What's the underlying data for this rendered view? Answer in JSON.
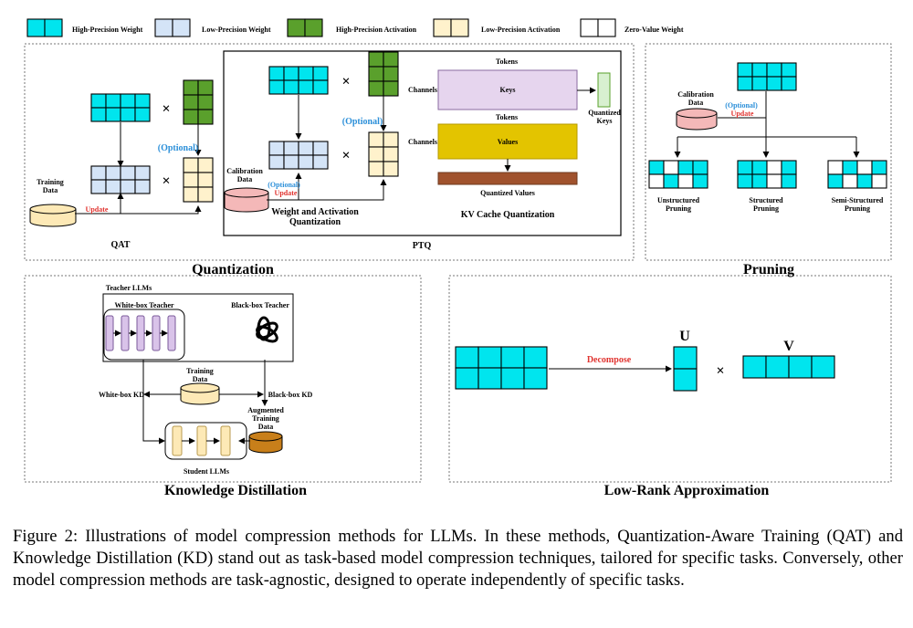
{
  "legend": {
    "high_precision_weight": "High-Precision Weight",
    "low_precision_weight": "Low-Precision Weight",
    "high_precision_activation": "High-Precision Activation",
    "low_precision_activation": "Low-Precision Activation",
    "zero_value_weight": "Zero-Value Weight"
  },
  "quantization": {
    "section_title": "Quantization",
    "qat": {
      "label": "QAT",
      "training_data": "Training\nData",
      "update": "Update",
      "optional": "(Optional)",
      "times": "×"
    },
    "ptq": {
      "label": "PTQ",
      "calibration_data": "Calibration\nData",
      "optional_small": "(Optional)",
      "update": "Update",
      "optional": "(Optional)",
      "weight_act_label": "Weight and Activation\nQuantization",
      "times": "×"
    },
    "kv": {
      "tokens_1": "Tokens",
      "channels_1": "Channels",
      "keys": "Keys",
      "quantized_keys": "Quantized\nKeys",
      "tokens_2": "Tokens",
      "channels_2": "Channels",
      "values": "Values",
      "quantized_values": "Quantized Values",
      "label": "KV Cache Quantization"
    }
  },
  "pruning": {
    "section_title": "Pruning",
    "calibration_data": "Calibration\nData",
    "optional": "(Optional)",
    "update": "Update",
    "unstructured": "Unstructured\nPruning",
    "structured": "Structured\nPruning",
    "semi_structured": "Semi-Structured\nPruning"
  },
  "kd": {
    "section_title": "Knowledge Distillation",
    "teacher_llms": "Teacher LLMs",
    "white_box_teacher": "White-box Teacher",
    "black_box_teacher": "Black-box Teacher",
    "training_data": "Training\nData",
    "white_box_kd": "White-box KD",
    "black_box_kd": "Black-box KD",
    "augmented_data": "Augmented\nTraining\nData",
    "student_llms": "Student LLMs"
  },
  "lowrank": {
    "section_title": "Low-Rank Approximation",
    "decompose": "Decompose",
    "u": "U",
    "v": "V",
    "times": "×"
  },
  "caption": "Figure 2: Illustrations of model compression methods for LLMs. In these methods, Quantization-Aware Training (QAT) and Knowledge Distillation (KD) stand out as task-based model compression techniques, tailored for specific tasks. Conversely, other model compression methods are task-agnostic, designed to operate independently of specific tasks.",
  "colors": {
    "high_weight": "#00e5ee",
    "low_weight": "#d4e4f7",
    "high_act": "#5aa02c",
    "low_act": "#fff2cc",
    "zero": "#ffffff",
    "red": "#e0332f",
    "blue": "#2b8fd9",
    "keys": "#e6d5ee",
    "values": "#e3c400",
    "qvalues": "#a0522d",
    "cylinder": "#fde9b6",
    "cylinder_red": "#f4b8b8",
    "cylinder_dark": "#c87f1a",
    "purple": "#d9c3e9"
  }
}
